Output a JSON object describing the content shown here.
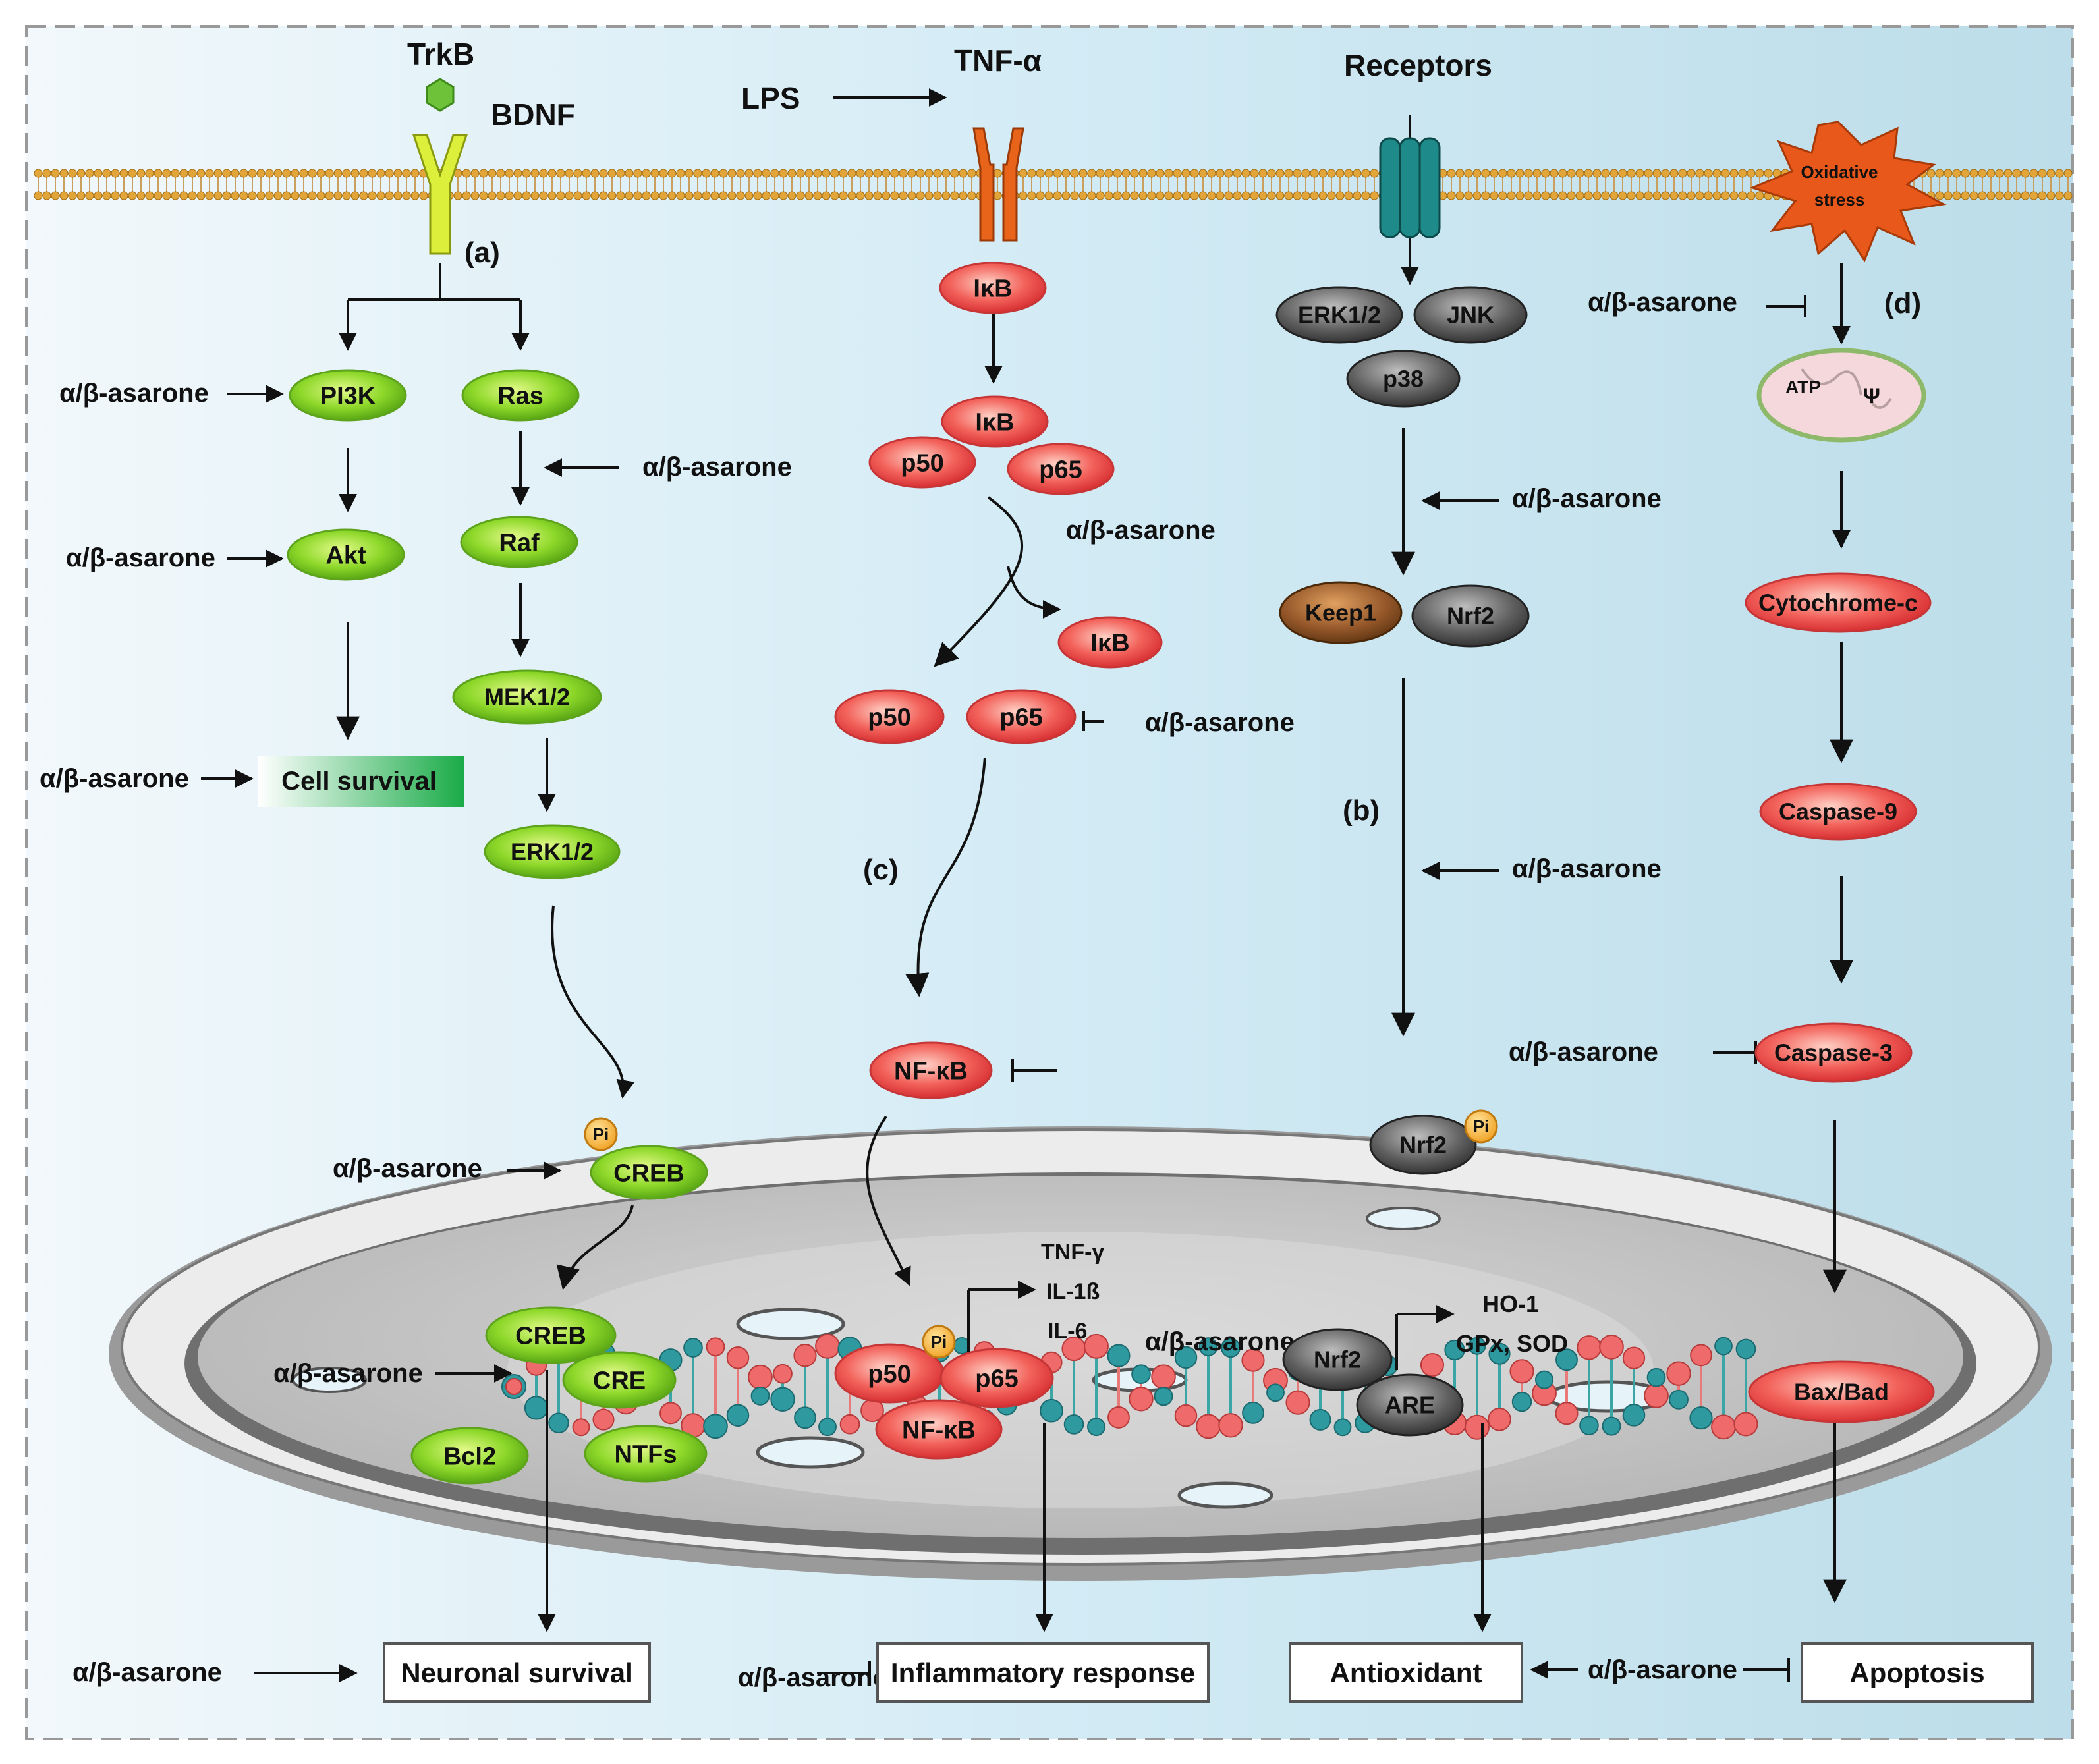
{
  "receptors": {
    "trkb": "TrkB",
    "bdnf": "BDNF",
    "lps": "LPS",
    "tnfa": "TNF-α",
    "receptors": "Receptors",
    "oxidative_stress_line1": "Oxidative",
    "oxidative_stress_line2": "stress"
  },
  "panel_labels": {
    "a": "(a)",
    "b": "(b)",
    "c": "(c)",
    "d": "(d)"
  },
  "drug": "α/β-asarone",
  "pathway_a": {
    "pi3k": "PI3K",
    "akt": "Akt",
    "ras": "Ras",
    "raf": "Raf",
    "mek": "MEK1/2",
    "erk": "ERK1/2",
    "cell_survival": "Cell survival",
    "pi": "Pi",
    "creb": "CREB"
  },
  "pathway_c": {
    "ikb": "IκB",
    "p50": "p50",
    "p65": "p65",
    "nfkb": "NF-κB"
  },
  "pathway_b": {
    "erk": "ERK1/2",
    "jnk": "JNK",
    "p38": "p38",
    "keep1": "Keep1",
    "nrf2": "Nrf2",
    "pi": "Pi"
  },
  "pathway_d": {
    "atp": "ATP",
    "psi": "Ψ",
    "cytochrome": "Cytochrome-c",
    "caspase9": "Caspase-9",
    "caspase3": "Caspase-3"
  },
  "nucleus": {
    "creb": "CREB",
    "cre": "CRE",
    "bcl2": "Bcl2",
    "ntfs": "NTFs",
    "p50": "p50",
    "p65": "p65",
    "nfkb": "NF-κB",
    "pi": "Pi",
    "cytokine1": "TNF-γ",
    "cytokine2": "IL-1ß",
    "cytokine3": "IL-6",
    "nrf2": "Nrf2",
    "are": "ARE",
    "ho1": "HO-1",
    "gpx": "GPx, SOD",
    "baxbad": "Bax/Bad"
  },
  "outcomes": {
    "neuronal_survival": "Neuronal survival",
    "inflammatory_response": "Inflammatory response",
    "antioxidant": "Antioxidant",
    "apoptosis": "Apoptosis"
  },
  "colors": {
    "green": "#7fd321",
    "red": "#ee4a4a",
    "gray": "#5c5c5c",
    "brown": "#8a5428",
    "membrane_bead": "#e2a53a",
    "background": "#d7ecf4"
  }
}
